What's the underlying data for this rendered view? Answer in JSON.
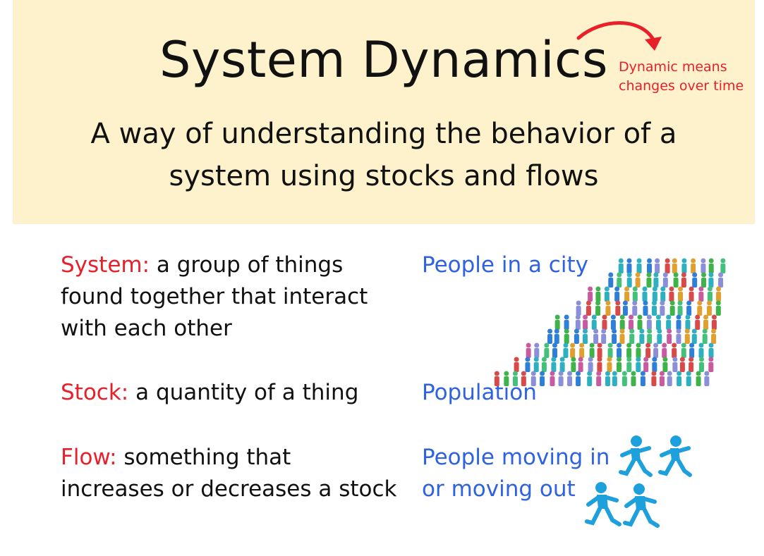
{
  "title": "System Dynamics",
  "note": {
    "line1": "Dynamic means",
    "line2": "changes over time"
  },
  "subtitle": {
    "line1": "A way of understanding the behavior of a",
    "line2": "system using stocks and flows"
  },
  "definitions": [
    {
      "term": "System:",
      "lines": [
        " a group of things",
        "found together that interact",
        "with each other"
      ],
      "example": [
        "People in a city"
      ]
    },
    {
      "term": "Stock:",
      "lines": [
        " a quantity of a thing"
      ],
      "example": [
        "Population"
      ]
    },
    {
      "term": "Flow:",
      "lines": [
        " something that",
        "increases or decreases a stock"
      ],
      "example": [
        "People moving in",
        "or moving out"
      ]
    }
  ],
  "colors": {
    "header_bg": "#fdf2cc",
    "term": "#e8202a",
    "example": "#2e62e0",
    "note": "#e8202a"
  },
  "icons": [
    "arrow-icon",
    "crowd-image",
    "runner-icon"
  ]
}
